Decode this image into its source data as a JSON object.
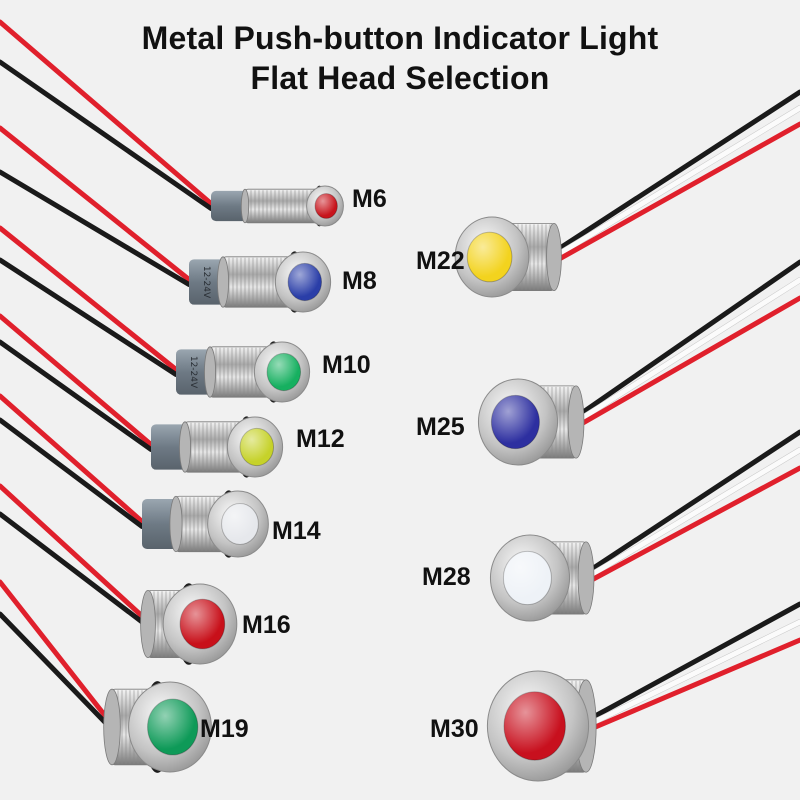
{
  "title": {
    "line1": "Metal Push-button Indicator Light",
    "line2": "Flat Head Selection"
  },
  "lights": [
    {
      "size": "M6",
      "lens_color": "#c8141c",
      "icon": "indicator-light-icon"
    },
    {
      "size": "M8",
      "lens_color": "#2a3ea8",
      "icon": "indicator-light-icon"
    },
    {
      "size": "M10",
      "lens_color": "#16b060",
      "icon": "indicator-light-icon"
    },
    {
      "size": "M12",
      "lens_color": "#c6d22a",
      "icon": "indicator-light-icon"
    },
    {
      "size": "M14",
      "lens_color": "#e6e8ec",
      "icon": "indicator-light-icon"
    },
    {
      "size": "M16",
      "lens_color": "#c8101a",
      "icon": "indicator-light-icon"
    },
    {
      "size": "M19",
      "lens_color": "#0e9a58",
      "icon": "indicator-light-icon"
    },
    {
      "size": "M22",
      "lens_color": "#f3d31e",
      "icon": "indicator-light-icon"
    },
    {
      "size": "M25",
      "lens_color": "#2d2fa0",
      "icon": "indicator-light-icon"
    },
    {
      "size": "M28",
      "lens_color": "#eef2f7",
      "icon": "indicator-light-icon"
    },
    {
      "size": "M30",
      "lens_color": "#c8101e",
      "icon": "indicator-light-icon"
    }
  ],
  "boot_label": "12-24V",
  "wire_colors": {
    "red": "#e0202c",
    "black": "#1a1a1a",
    "white": "#fbfbfb"
  }
}
